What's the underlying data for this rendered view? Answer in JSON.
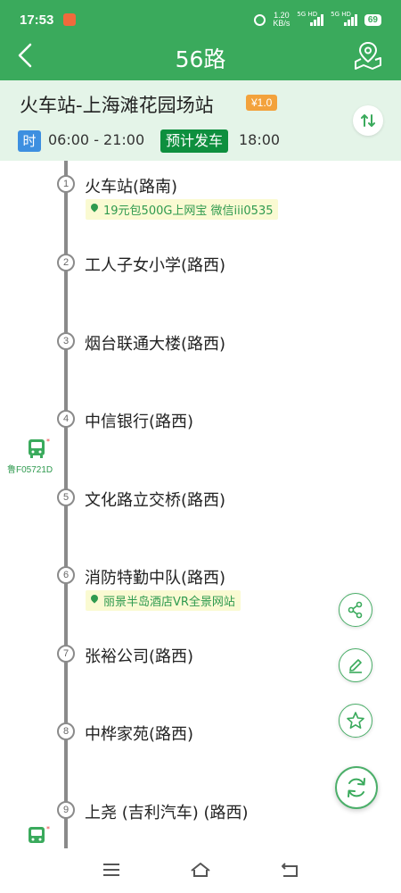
{
  "status_bar": {
    "time": "17:53",
    "net_speed_value": "1.20",
    "net_speed_unit": "KB/s",
    "sim1_label": "5G HD",
    "sim2_label": "5G HD",
    "battery": "69"
  },
  "header": {
    "title": "56路",
    "back_icon": "chevron-left-icon",
    "map_icon": "map-pin-icon"
  },
  "route": {
    "name": "火车站-上海滩花园场站",
    "fare": "¥1.0",
    "time_badge": "时",
    "service_hours": "06:00 - 21:00",
    "depart_label": "预计发车",
    "depart_time": "18:00"
  },
  "stops": [
    {
      "num": "1",
      "name": "火车站(路南)",
      "ad": "19元包500G上网宝 微信iii0535"
    },
    {
      "num": "2",
      "name": "工人子女小学(路西)"
    },
    {
      "num": "3",
      "name": "烟台联通大楼(路西)"
    },
    {
      "num": "4",
      "name": "中信银行(路西)"
    },
    {
      "num": "5",
      "name": "文化路立交桥(路西)"
    },
    {
      "num": "6",
      "name": "消防特勤中队(路西)",
      "ad": "丽景半岛酒店VR全景网站"
    },
    {
      "num": "7",
      "name": "张裕公司(路西)"
    },
    {
      "num": "8",
      "name": "中桦家苑(路西)"
    },
    {
      "num": "9",
      "name": "上尧 (吉利汽车) (路西)"
    }
  ],
  "buses": [
    {
      "plate": "鲁F05721D"
    },
    {
      "plate": ""
    }
  ],
  "actions": {
    "share_icon": "share-icon",
    "edit_icon": "edit-icon",
    "favorite_icon": "star-icon",
    "refresh_icon": "refresh-icon"
  },
  "colors": {
    "brand": "#3aaa5c",
    "panel": "#e4f4e8",
    "fare": "#f3a23c",
    "time_badge": "#3d8fe0",
    "depart_badge": "#0e8f3e"
  }
}
